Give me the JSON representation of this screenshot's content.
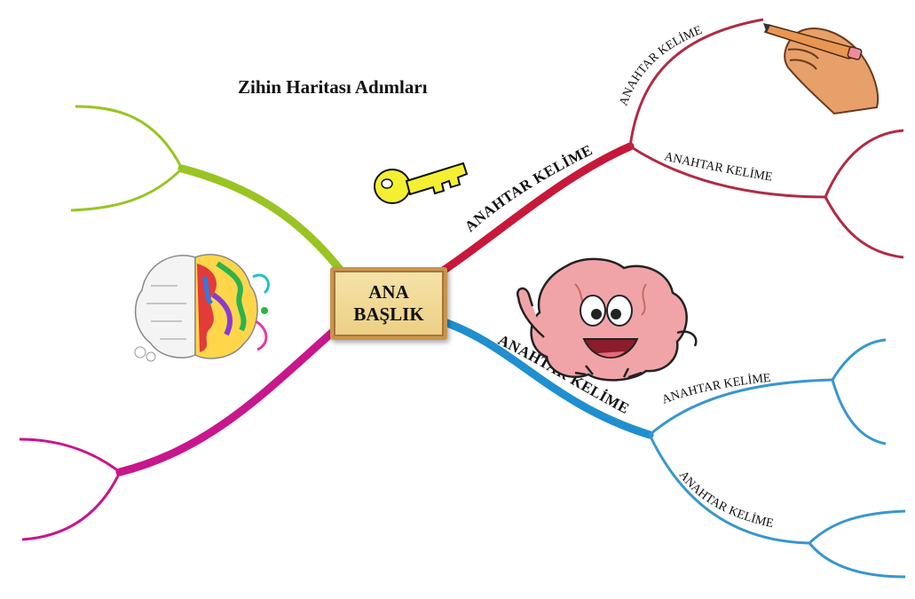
{
  "title": "Zihin Haritası Adımları",
  "center": {
    "line1": "ANA",
    "line2": "BAŞLIK"
  },
  "branches": {
    "main_top": "ANAHTAR KELİME",
    "main_bottom": "ANAHTAR KELİME",
    "sub_top_upper": "ANAHTAR KELİME",
    "sub_top_lower": "ANAHTAR KELİME",
    "sub_bottom_upper": "ANAHTAR KELİME",
    "sub_bottom_lower": "ANAHTAR KELİME"
  },
  "colors": {
    "green": "#99c423",
    "magenta": "#c8168c",
    "red": "#c8183a",
    "blue": "#1f8fcf",
    "subred": "#b22a44",
    "subblue": "#3797d0"
  },
  "icons": [
    "key-icon",
    "brain-character-icon",
    "hand-writing-icon",
    "brain-doodle-icon"
  ]
}
